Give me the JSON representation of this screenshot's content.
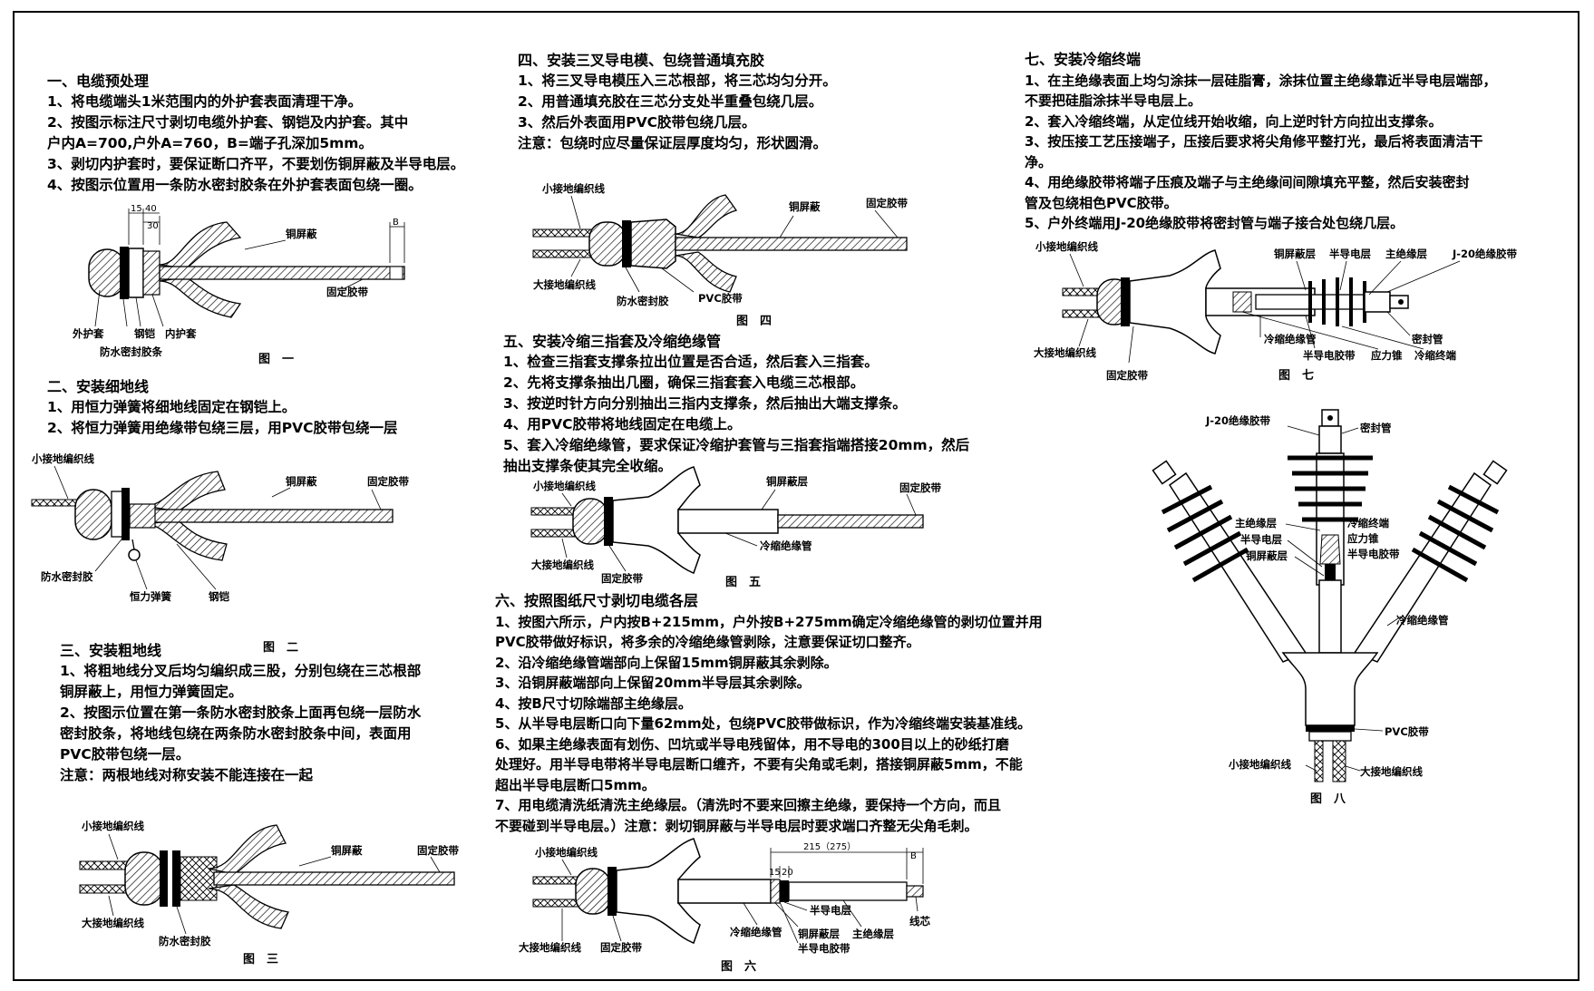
{
  "sections": {
    "s1": {
      "title": "一、电缆预处理",
      "lines": [
        "1、将电缆端头1米范围内的外护套表面清理干净。",
        "2、按图示标注尺寸剥切电缆外护套、钢铠及内护套。其中",
        "户内A=700,户外A=760，B=端子孔深加5mm。",
        "3、剥切内护套时，要保证断口齐平，不要划伤铜屏蔽及半导电层。",
        "4、按图示位置用一条防水密封胶条在外护套表面包绕一圈。"
      ]
    },
    "s2": {
      "title": "二、安装细地线",
      "lines": [
        "1、用恒力弹簧将细地线固定在钢铠上。",
        "2、将恒力弹簧用绝缘带包绕三层，用PVC胶带包绕一层"
      ]
    },
    "s3": {
      "title": "三、安装粗地线",
      "lines": [
        "1、将粗地线分叉后均匀编织成三股，分别包绕在三芯根部",
        "铜屏蔽上，用恒力弹簧固定。",
        "2、按图示位置在第一条防水密封胶条上面再包绕一层防水",
        "密封胶条，将地线包绕在两条防水密封胶条中间，表面用",
        "PVC胶带包绕一层。",
        "注意：两根地线对称安装不能连接在一起"
      ]
    },
    "s4": {
      "title": "四、安装三叉导电模、包绕普通填充胶",
      "lines": [
        "1、将三叉导电模压入三芯根部，将三芯均匀分开。",
        "2、用普通填充胶在三芯分支处半重叠包绕几层。",
        "3、然后外表面用PVC胶带包绕几层。",
        "注意：包绕时应尽量保证层厚度均匀，形状圆滑。"
      ]
    },
    "s5": {
      "title": "五、安装冷缩三指套及冷缩绝缘管",
      "lines": [
        "1、检查三指套支撑条拉出位置是否合适，然后套入三指套。",
        "2、先将支撑条抽出几圈，确保三指套套入电缆三芯根部。",
        "3、按逆时针方向分别抽出三指内支撑条，然后抽出大端支撑条。",
        "4、用PVC胶带将地线固定在电缆上。",
        "5、套入冷缩绝缘管，要求保证冷缩护套管与三指套指端搭接20mm，然后",
        "抽出支撑条使其完全收缩。"
      ]
    },
    "s6": {
      "title": "六、按照图纸尺寸剥切电缆各层",
      "lines": [
        "1、按图六所示，户内按B+215mm，户外按B+275mm确定冷缩绝缘管的剥切位置并用",
        "PVC胶带做好标识，将多余的冷缩绝缘管剥除，注意要保证切口整齐。",
        "2、沿冷缩绝缘管端部向上保留15mm铜屏蔽其余剥除。",
        "3、沿铜屏蔽端部向上保留20mm半导层其余剥除。",
        "4、按B尺寸切除端部主绝缘层。",
        "5、从半导电层断口向下量62mm处，包绕PVC胶带做标识，作为冷缩终端安装基准线。",
        "6、如果主绝缘表面有划伤、凹坑或半导电残留体，用不导电的300目以上的砂纸打磨",
        "处理好。用半导电带将半导电层断口缠齐，不要有尖角或毛刺，搭接铜屏蔽5mm，不能",
        "超出半导电层断口5mm。",
        "7、用电缆清洗纸清洗主绝缘层。（清洗时不要来回擦主绝缘，要保持一个方向，而且",
        "不要碰到半导电层。）注意：剥切铜屏蔽与半导电层时要求端口齐整无尖角毛刺。"
      ]
    },
    "s7": {
      "title": "七、安装冷缩终端",
      "lines": [
        "1、在主绝缘表面上均匀涂抹一层硅脂膏，涂抹位置主绝缘靠近半导电层端部，",
        "不要把硅脂涂抹半导电层上。",
        "2、套入冷缩终端，从定位线开始收缩，向上逆时针方向拉出支撑条。",
        "3、按压接工艺压接端子，压接后要求将尖角修平整打光，最后将表面清洁干",
        "净。",
        "4、用绝缘胶带将端子压痕及端子与主绝缘间间隙填充平整，然后安装密封",
        "管及包绕相色PVC胶带。",
        "5、户外终端用J-20绝缘胶带将密封管与端子接合处包绕几层。"
      ]
    }
  },
  "fig1": {
    "caption": "图　一",
    "labels": {
      "shield": "铜屏蔽",
      "tape": "固定胶带",
      "jacket": "外护套",
      "armor": "钢铠",
      "inner": "内护套",
      "seal": "防水密封胶条",
      "d15": "15",
      "d40": "40",
      "d30": "30",
      "dB": "B"
    }
  },
  "fig2": {
    "caption": "图　二",
    "labels": {
      "small": "小接地编织线",
      "shield": "铜屏蔽",
      "tape": "固定胶带",
      "seal": "防水密封胶",
      "spring": "恒力弹簧",
      "armor": "钢铠"
    }
  },
  "fig3": {
    "caption": "图　三",
    "labels": {
      "small": "小接地编织线",
      "shield": "铜屏蔽",
      "tape": "固定胶带",
      "big": "大接地编织线",
      "seal": "防水密封胶"
    }
  },
  "fig4": {
    "caption": "图　四",
    "labels": {
      "small": "小接地编织线",
      "shield": "铜屏蔽",
      "tape": "固定胶带",
      "big": "大接地编织线",
      "seal": "防水密封胶",
      "pvc": "PVC胶带"
    }
  },
  "fig5": {
    "caption": "图　五",
    "labels": {
      "small": "小接地编织线",
      "shield": "铜屏蔽层",
      "tape": "固定胶带",
      "tube": "冷缩绝缘管",
      "big": "大接地编织线",
      "tape2": "固定胶带"
    }
  },
  "fig6": {
    "caption": "图　六",
    "labels": {
      "small": "小接地编织线",
      "d215": "215（275）",
      "dB": "B",
      "d15": "15",
      "d20": "20",
      "semi": "半导电层",
      "tube": "冷缩绝缘管",
      "cu": "铜屏蔽层",
      "main": "主绝缘层",
      "core": "线芯",
      "big": "大接地编织线",
      "tape": "固定胶带",
      "semitape": "半导电胶带"
    }
  },
  "fig7": {
    "caption": "图　七",
    "labels": {
      "small": "小接地编织线",
      "cu": "铜屏蔽层",
      "semi": "半导电层",
      "main": "主绝缘层",
      "j20": "J-20绝缘胶带",
      "big": "大接地编织线",
      "tube": "冷缩绝缘管",
      "seal": "密封管",
      "semitape": "半导电胶带",
      "stress": "应力锥",
      "term": "冷缩终端",
      "tape": "固定胶带"
    }
  },
  "fig8": {
    "caption": "图　八",
    "labels": {
      "j20": "J-20绝缘胶带",
      "seal": "密封管",
      "main": "主绝缘层",
      "semi": "半导电层",
      "cu": "铜屏蔽层",
      "term": "冷缩终端",
      "stress": "应力锥",
      "semitape": "半导电胶带",
      "tube": "冷缩绝缘管",
      "pvc": "PVC胶带",
      "small": "小接地编织线",
      "big": "大接地编织线"
    }
  }
}
